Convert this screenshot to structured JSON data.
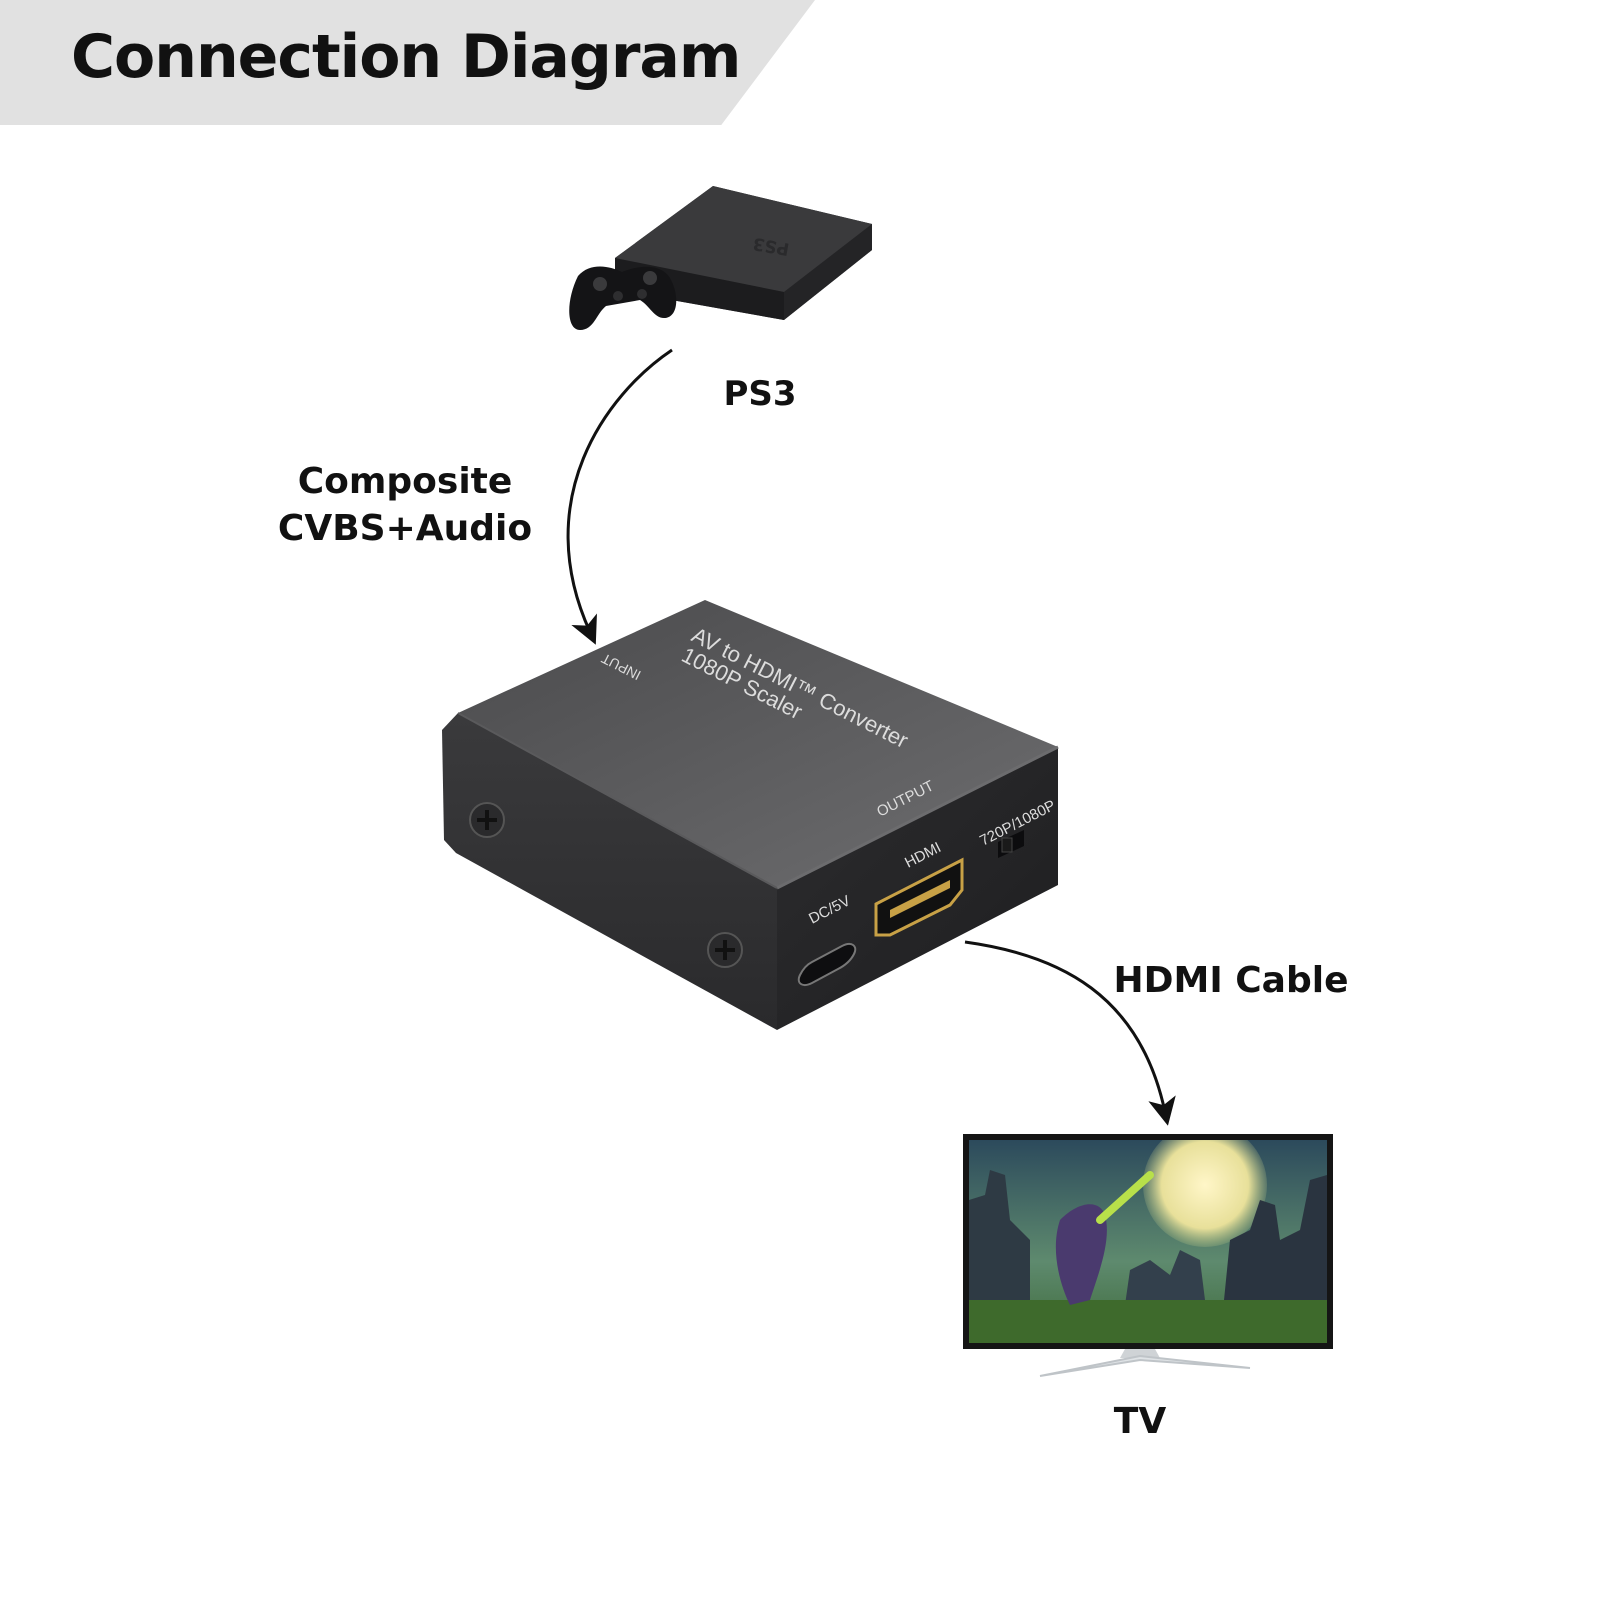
{
  "header": {
    "title": "Connection Diagram"
  },
  "source": {
    "label": "PS3",
    "console_logo": "PS3"
  },
  "link_in": {
    "label_line1": "Composite",
    "label_line2": "CVBS+Audio"
  },
  "device": {
    "title_line1": "AV to HDMI™ Converter",
    "title_line2": "1080P Scaler",
    "input_label": "INPUT",
    "output_label": "OUTPUT",
    "hdmi_label": "HDMI",
    "switch_label": "720P/1080P",
    "power_label": "DC/5V"
  },
  "link_out": {
    "label": "HDMI Cable"
  },
  "sink": {
    "label": "TV"
  },
  "colors": {
    "banner": "#e1e1e1",
    "device_body": "#505052",
    "hdmi_port": "#c8a146",
    "text": "#111111"
  }
}
